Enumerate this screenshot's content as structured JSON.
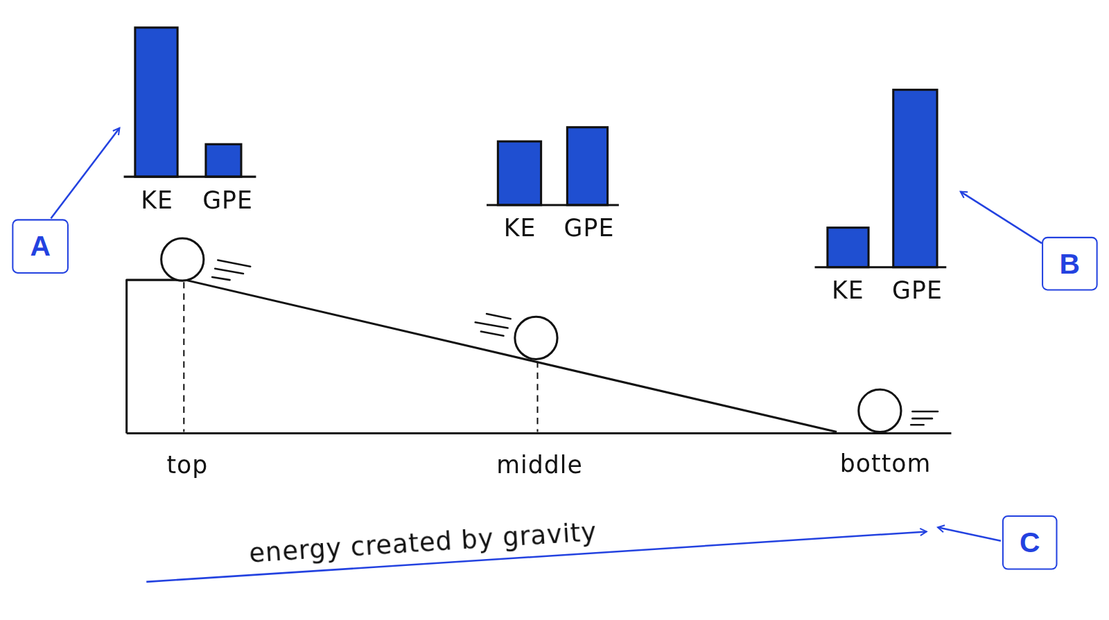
{
  "diagram": {
    "nodes": [
      {
        "text": [
          "A"
        ]
      },
      {
        "text": [
          "B"
        ]
      },
      {
        "text": [
          "C"
        ]
      }
    ],
    "labels": [
      "KE",
      "GPE",
      "KE",
      "GPE",
      "KE",
      "GPE",
      "top",
      "middle",
      "bottom",
      "energy created by gravity"
    ]
  }
}
